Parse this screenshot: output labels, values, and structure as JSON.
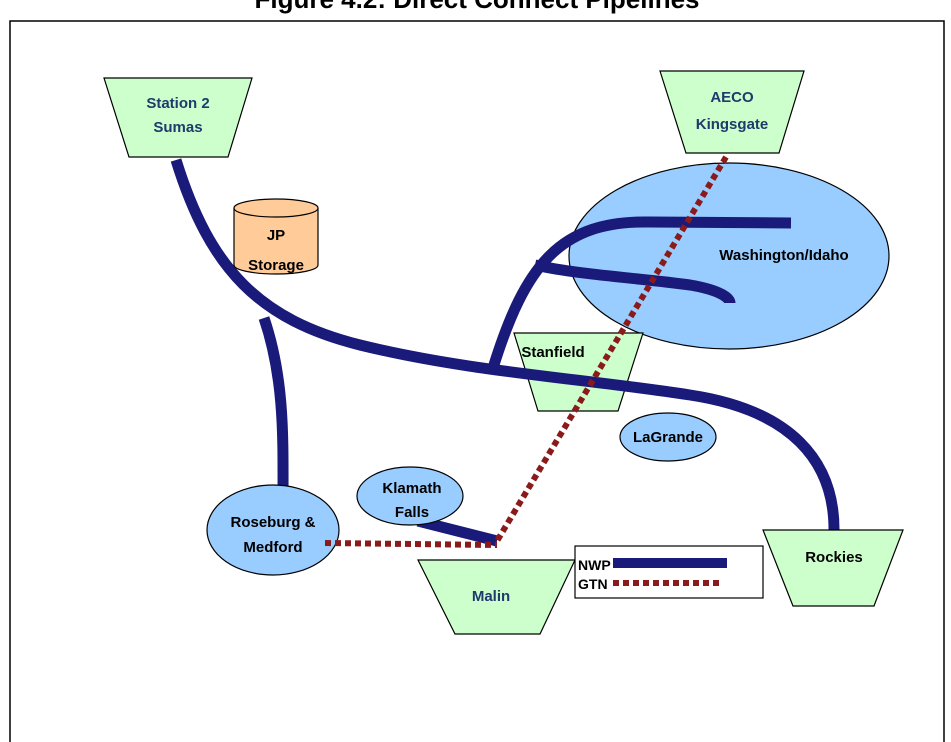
{
  "title": "Figure 4.2: Direct Connect Pipelines",
  "nodes": {
    "station2": {
      "line1": "Station 2",
      "line2": "Sumas"
    },
    "aeco": {
      "line1": "AECO",
      "line2": "Kingsgate"
    },
    "jp_storage": {
      "line1": "JP",
      "line2": "Storage"
    },
    "washington_idaho": {
      "label": "Washington/Idaho"
    },
    "stanfield": {
      "label": "Stanfield"
    },
    "lagrande": {
      "label": "LaGrande"
    },
    "klamath": {
      "line1": "Klamath",
      "line2": "Falls"
    },
    "roseburg": {
      "line1": "Roseburg &",
      "line2": "Medford"
    },
    "malin": {
      "label": "Malin"
    },
    "rockies": {
      "label": "Rockies"
    }
  },
  "legend": {
    "items": [
      {
        "label": "NWP",
        "style": "solid",
        "color": "#1a1a7a"
      },
      {
        "label": "GTN",
        "style": "dotted",
        "color": "#8b1a1a"
      }
    ]
  },
  "colors": {
    "hub_fill": "#ccffcc",
    "area_fill": "#99ccff",
    "storage_fill": "#ffcc99",
    "nwp_line": "#1a1a7a",
    "gtn_line": "#8b1a1a",
    "label_text": "#1f3a6b"
  }
}
